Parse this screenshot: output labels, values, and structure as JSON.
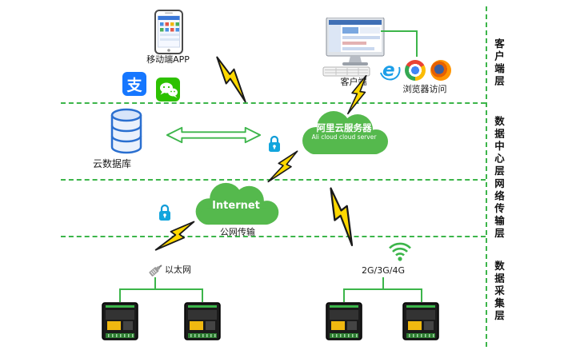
{
  "layer_labels": [
    "客户端层",
    "数据中心层",
    "网络传输层",
    "数据采集层"
  ],
  "nodes": {
    "mobile": {
      "label": "移动端APP"
    },
    "alipay": {
      "glyph": "支"
    },
    "client": {
      "label": "客户端"
    },
    "browsers": {
      "label": "浏览器访问"
    },
    "database": {
      "label": "云数据库"
    },
    "ali_cloud": {
      "title": "阿里云服务器",
      "subtitle": "Ali cloud cloud server"
    },
    "internet": {
      "title": "Internet",
      "label": "公网传输"
    },
    "ethernet": {
      "label": "以太网"
    },
    "cellular": {
      "label": "2G/3G/4G"
    }
  },
  "colors": {
    "line_green": "#3cb54a",
    "cloud_green": "#55b94d",
    "bolt_yellow": "#ffd800",
    "database_blue": "#2a6fd0",
    "lock_blue": "#12a5dd",
    "alipay_blue": "#1677ff",
    "wechat_green": "#2dc100"
  }
}
